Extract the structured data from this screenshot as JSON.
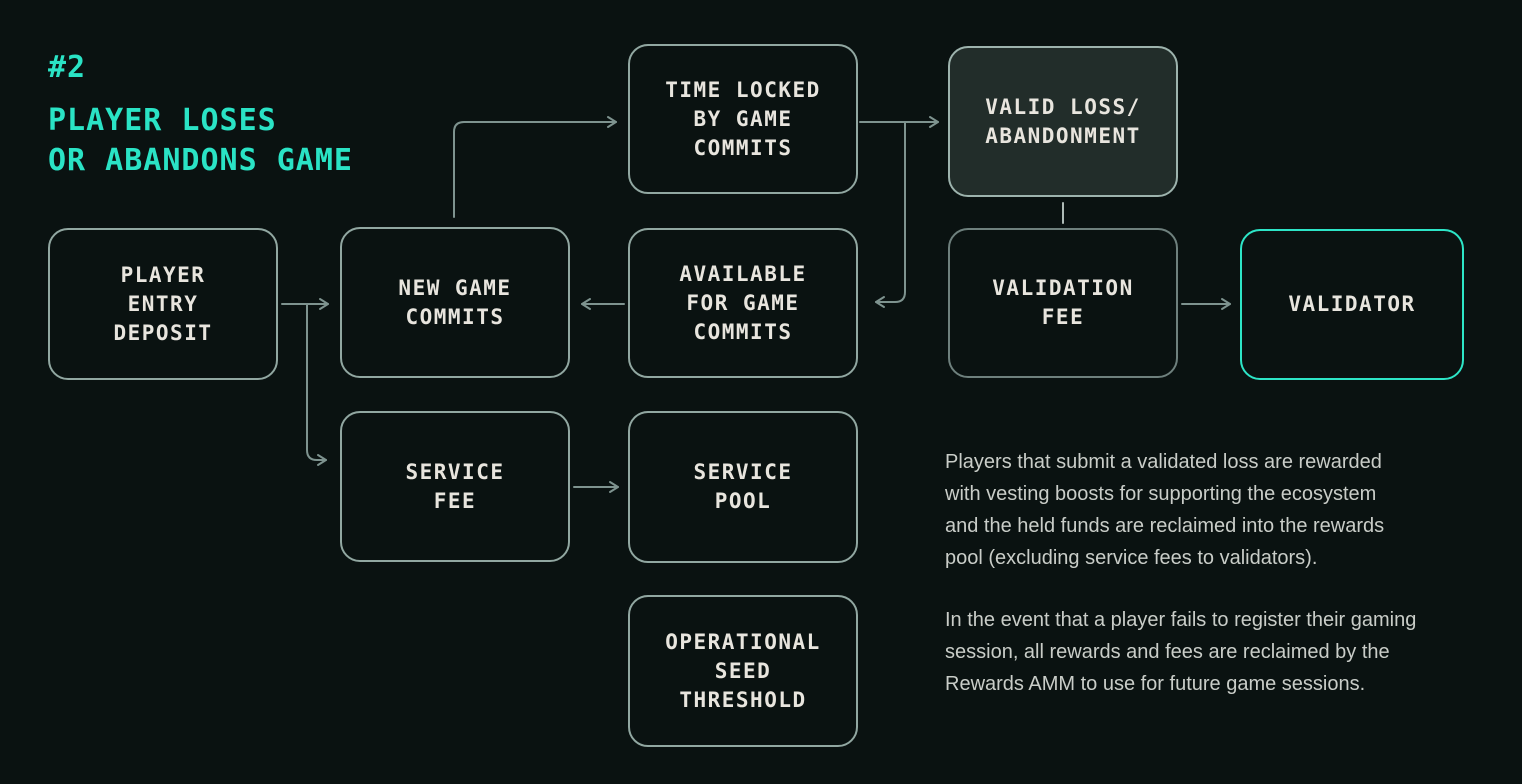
{
  "title": {
    "number": "#2",
    "subtitle": "PLAYER LOSES\nOR ABANDONS GAME",
    "color": "#2ae3c5"
  },
  "boxes": {
    "time_locked": {
      "label": "TIME LOCKED\nBY GAME\nCOMMITS"
    },
    "valid_loss": {
      "label": "VALID LOSS/\nABANDONMENT",
      "fill": "#222d2a",
      "border": "#9db3ad"
    },
    "player_entry": {
      "label": "PLAYER\nENTRY\nDEPOSIT"
    },
    "new_game": {
      "label": "NEW GAME\nCOMMITS"
    },
    "available": {
      "label": "AVAILABLE\nFOR GAME\nCOMMITS"
    },
    "validation_fee": {
      "label": "VALIDATION\nFEE",
      "border": "#6e807d"
    },
    "validator": {
      "label": "VALIDATOR",
      "border": "#2de5c7"
    },
    "service_fee": {
      "label": "SERVICE\nFEE"
    },
    "service_pool": {
      "label": "SERVICE\nPOOL"
    },
    "operational": {
      "label": "OPERATIONAL\nSEED\nTHRESHOLD"
    }
  },
  "connections": [
    "player-entry-deposit -> new-game-commits",
    "player-entry-deposit -> service-fee",
    "new-game-commits -> time-locked-by-game-commits",
    "time-locked-by-game-commits -> valid-loss-abandonment",
    "time-locked-by-game-commits -> available-for-game-commits",
    "available-for-game-commits -> new-game-commits",
    "valid-loss-abandonment -> validation-fee",
    "validation-fee -> validator",
    "service-fee -> service-pool"
  ],
  "notes": {
    "p1": "Players that submit a validated loss are rewarded\nwith vesting boosts for supporting the ecosystem\nand the held funds are reclaimed into the rewards\npool (excluding service fees to validators).",
    "p2": "In the event that a player fails to register their gaming\nsession, all rewards and fees are reclaimed by the\nRewards AMM to use for future game sessions."
  },
  "colors": {
    "background": "#0a1211",
    "box_border_default": "#91a7a1",
    "box_text": "#e8e5de",
    "arrow": "#7e938f",
    "short_connector": "#aebbb6",
    "note_text": "#c9cdc8",
    "accent_teal": "#2de5c7"
  }
}
